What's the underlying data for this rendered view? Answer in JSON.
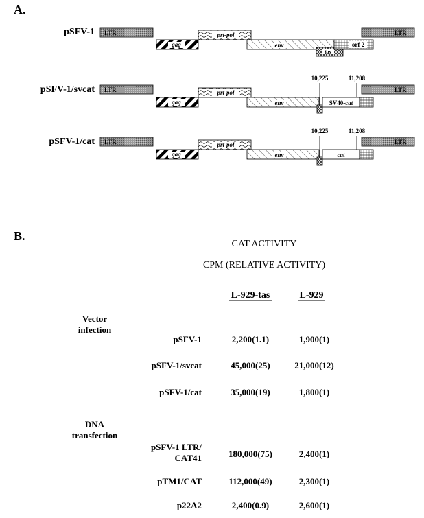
{
  "panel_a": {
    "label": "A.",
    "ltr": "LTR",
    "gag": "gag",
    "prt_pol": "prt-pol",
    "env": "env",
    "tas": "tas",
    "orf2": "orf 2",
    "constructs": [
      {
        "name": "pSFV-1"
      },
      {
        "name": "pSFV-1/svcat",
        "marker_left": "10,225",
        "marker_right": "11,208",
        "insert_prefix": "SV40-",
        "insert_gene": "cat"
      },
      {
        "name": "pSFV-1/cat",
        "marker_left": "10,225",
        "marker_right": "11,208",
        "insert_gene": "cat"
      }
    ]
  },
  "panel_b": {
    "label": "B.",
    "title": "CAT ACTIVITY",
    "subtitle": "CPM (RELATIVE ACTIVITY)",
    "columns": [
      "L-929-tas",
      "L-929"
    ],
    "groups": [
      {
        "title_lines": [
          "Vector",
          "infection"
        ],
        "rows": [
          {
            "name_lines": [
              "pSFV-1"
            ],
            "values": [
              "2,200(1.1)",
              "1,900(1)"
            ]
          },
          {
            "name_lines": [
              "pSFV-1/svcat"
            ],
            "values": [
              "45,000(25)",
              "21,000(12)"
            ]
          },
          {
            "name_lines": [
              "pSFV-1/cat"
            ],
            "values": [
              "35,000(19)",
              "1,800(1)"
            ]
          }
        ]
      },
      {
        "title_lines": [
          "DNA",
          "transfection"
        ],
        "rows": [
          {
            "name_lines": [
              "pSFV-1 LTR/",
              "CAT41"
            ],
            "values": [
              "180,000(75)",
              "2,400(1)"
            ]
          },
          {
            "name_lines": [
              "pTM1/CAT"
            ],
            "values": [
              "112,000(49)",
              "2,300(1)"
            ]
          },
          {
            "name_lines": [
              "p22A2"
            ],
            "values": [
              "2,400(0.9)",
              "2,600(1)"
            ]
          }
        ]
      }
    ]
  }
}
